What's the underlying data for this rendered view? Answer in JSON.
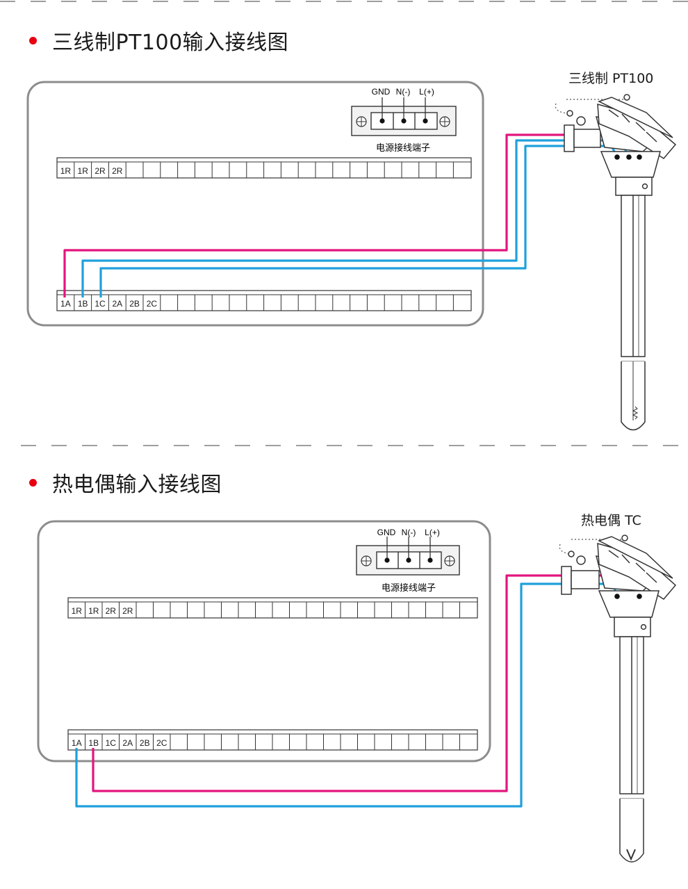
{
  "sections": [
    {
      "title": "三线制PT100输入接线图",
      "sensor_label": "三线制 PT100",
      "power_label": "电源接线端子",
      "power_terminals": [
        "GND",
        "N(-)",
        "L(+)"
      ],
      "top_strip": [
        "1R",
        "1R",
        "2R",
        "2R"
      ],
      "bottom_strip": [
        "1A",
        "1B",
        "1C",
        "2A",
        "2B",
        "2C"
      ]
    },
    {
      "title": "热电偶输入接线图",
      "sensor_label": "热电偶 TC",
      "power_label": "电源接线端子",
      "power_terminals": [
        "GND",
        "N(-)",
        "L(+)"
      ],
      "top_strip": [
        "1R",
        "1R",
        "2R",
        "2R"
      ],
      "bottom_strip": [
        "1A",
        "1B",
        "1C",
        "2A",
        "2B",
        "2C"
      ]
    }
  ],
  "colors": {
    "accent_red": "#e60012",
    "wire_magenta": "#e2157d",
    "wire_blue": "#1fa0dc",
    "outline": "#333333"
  }
}
